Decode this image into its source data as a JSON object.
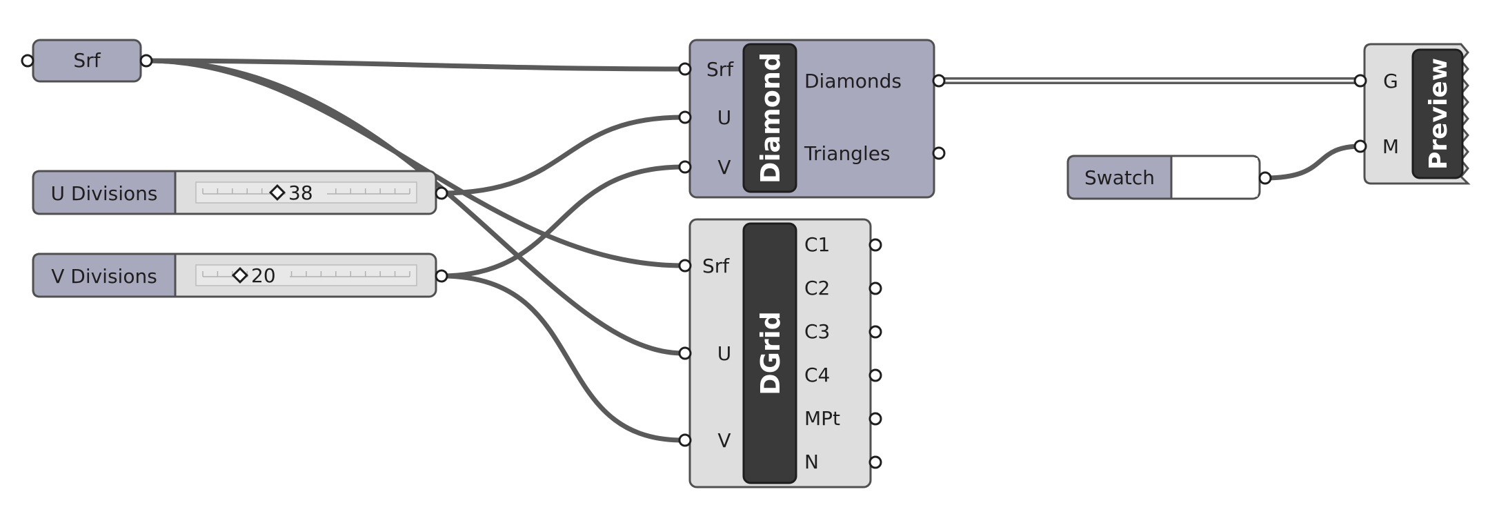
{
  "colors": {
    "wire": "#5a5a5a",
    "component_selected": "#a9a9bd",
    "component_plain": "#dedede",
    "title_bar": "#3a3a3a"
  },
  "srf_param": {
    "label": "Srf"
  },
  "u_slider": {
    "label": "U Divisions",
    "value": "38",
    "fraction": 0.36
  },
  "v_slider": {
    "label": "V Divisions",
    "value": "20",
    "fraction": 0.18
  },
  "swatch": {
    "label": "Swatch",
    "color": "#ffffff"
  },
  "diamond": {
    "title": "Diamond",
    "inputs": [
      "Srf",
      "U",
      "V"
    ],
    "outputs": [
      "Diamonds",
      "Triangles"
    ]
  },
  "dgrid": {
    "title": "DGrid",
    "inputs": [
      "Srf",
      "U",
      "V"
    ],
    "outputs": [
      "C1",
      "C2",
      "C3",
      "C4",
      "MPt",
      "N"
    ]
  },
  "preview": {
    "title": "Preview",
    "inputs": [
      "G",
      "M"
    ]
  }
}
